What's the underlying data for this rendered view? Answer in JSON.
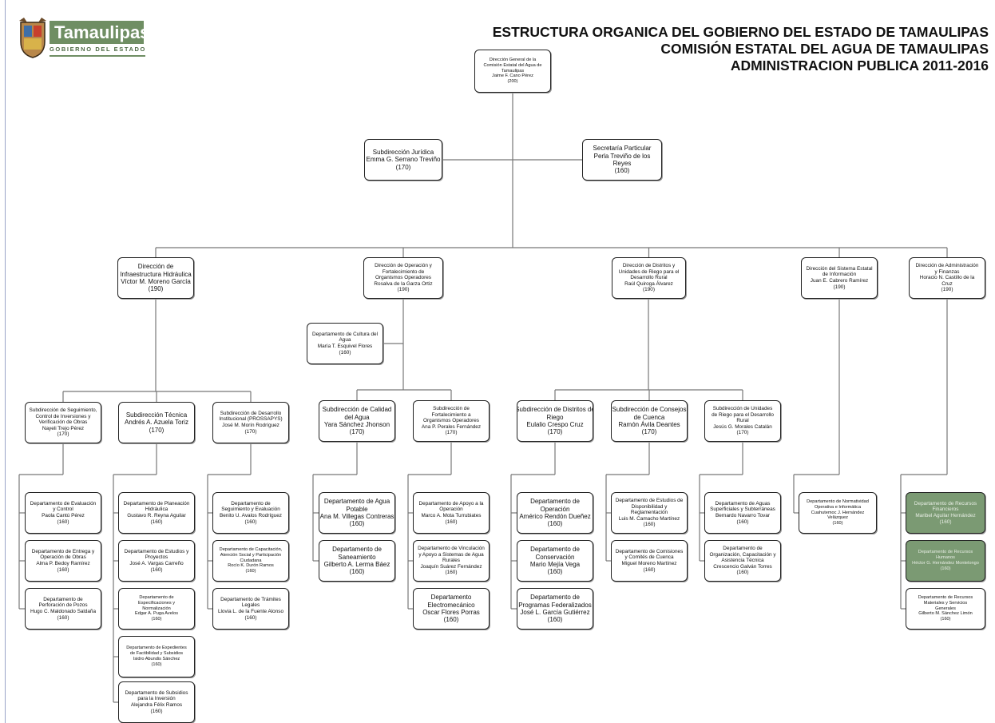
{
  "header": {
    "logo_text": "Tamaulipas",
    "logo_sub": "GOBIERNO DEL ESTADO",
    "titles": [
      "ESTRUCTURA ORGANICA DEL GOBIERNO DEL ESTADO DE TAMAULIPAS",
      "COMISIÓN ESTATAL DEL AGUA DE TAMAULIPAS",
      "ADMINISTRACION PUBLICA 2011-2016"
    ]
  },
  "colors": {
    "highlight_box": "#7b9a73",
    "logo_green": "#6f8e63"
  },
  "nodes": [
    {
      "id": "dg",
      "lines": [
        "Dirección General de la",
        "Comisión Estatal del Agua de",
        "Tamaulipas",
        "Jaime F. Cano Pérez",
        "(200)"
      ]
    },
    {
      "id": "sj",
      "lines": [
        "Subdirección Jurídica",
        "Emma G. Serrano Treviño",
        "(170)"
      ]
    },
    {
      "id": "sp",
      "lines": [
        "Secretaría Particular",
        "Perla Treviño de los",
        "Reyes",
        "(160)"
      ]
    },
    {
      "id": "d1",
      "lines": [
        "Dirección de",
        "Infraestructura Hidráulica",
        "Víctor M. Moreno García",
        "(190)"
      ]
    },
    {
      "id": "d2",
      "lines": [
        "Dirección de Operación y",
        "Fortalecimiento de",
        "Organismos Operadores",
        "Rosalva de la Garza Ortiz",
        "(190)"
      ]
    },
    {
      "id": "d3",
      "lines": [
        "Dirección de Distritos y",
        "Unidades de Riego para el",
        "Desarrollo Rural",
        "Raúl Quiroga Álvarez",
        "(190)"
      ]
    },
    {
      "id": "d4",
      "lines": [
        "Dirección del Sistema Estatal",
        "de Información",
        "Juan E. Cabrero Ramírez",
        "(190)"
      ]
    },
    {
      "id": "d5",
      "lines": [
        "Dirección de Administración",
        "y Finanzas",
        "Horacio N. Castillo de la",
        "Cruz",
        "(190)"
      ]
    },
    {
      "id": "cult",
      "lines": [
        "Departamento de Cultura del",
        "Agua",
        "María T. Esquivel Flores",
        "(160)"
      ]
    },
    {
      "id": "s11",
      "lines": [
        "Subdirección de Seguimiento,",
        "Control de Inversiones y",
        "Verificación de Obras",
        "Nayeli Trejo Pérez",
        "(170)"
      ]
    },
    {
      "id": "s12",
      "lines": [
        "Subdirección Técnica",
        "Andrés A. Azuela Toriz",
        "(170)"
      ]
    },
    {
      "id": "s13",
      "lines": [
        "Subdirección de Desarrollo",
        "Institucional (PROSSAPYS)",
        "José M. Morín Rodríguez",
        "(170)"
      ]
    },
    {
      "id": "s21",
      "lines": [
        "Subdirección de Calidad",
        "del Agua",
        "Yara Sánchez Jhonson",
        "(170)"
      ]
    },
    {
      "id": "s22",
      "lines": [
        "Subdirección de",
        "Fortalecimiento a",
        "Organismos Operadores",
        "Ana P. Perales Fernández",
        "(170)"
      ]
    },
    {
      "id": "s31",
      "lines": [
        "Subdirección de Distritos de",
        "Riego",
        "Eulalio Crespo Cruz",
        "(170)"
      ]
    },
    {
      "id": "s32",
      "lines": [
        "Subdirección de Consejos",
        "de Cuenca",
        "Ramón Ávila Deantes",
        "(170)"
      ]
    },
    {
      "id": "s33",
      "lines": [
        "Subdirección de Unidades",
        "de Riego para el Desarrollo",
        "Rural",
        "Jesús G. Morales Catalán",
        "(170)"
      ]
    },
    {
      "id": "e1",
      "lines": [
        "Departamento de Evaluación",
        "y Control",
        "Paola Cantú Pérez",
        "(160)"
      ]
    },
    {
      "id": "e2",
      "lines": [
        "Departamento de Entrega y",
        "Operación de Obras",
        "Alma P. Bedoy Ramírez",
        "(160)"
      ]
    },
    {
      "id": "e3",
      "lines": [
        "Departamento de",
        "Perforación de Pozos",
        "Hugo C. Maldonado Saldaña",
        "(160)"
      ]
    },
    {
      "id": "t1",
      "lines": [
        "Departamento de Planeación",
        "Hidráulica",
        "Gustavo R. Reyna Aguilar",
        "(160)"
      ]
    },
    {
      "id": "t2",
      "lines": [
        "Departamento de Estudios y",
        "Proyectos",
        "José A. Vargas Carreño",
        "(160)"
      ]
    },
    {
      "id": "t3",
      "lines": [
        "Departamento de",
        "Especificaciones y",
        "Normalización",
        "Edgar A. Puga Avelos",
        "(160)"
      ]
    },
    {
      "id": "t4",
      "lines": [
        "Departamento de Expedientes",
        "de Factibilidad y Subsidios",
        "Isidro Abundis Sánchez",
        "(160)"
      ]
    },
    {
      "id": "t5",
      "lines": [
        "Departamento de Subsidios",
        "para la Inversión",
        "Alejandra Félix Ramos",
        "(160)"
      ]
    },
    {
      "id": "i1",
      "lines": [
        "Departamento de",
        "Seguimiento y Evaluación",
        "Benito U. Avalos Rodríguez",
        "(160)"
      ]
    },
    {
      "id": "i2",
      "lines": [
        "Departamento de Capacitación,",
        "Atención Social y Participación",
        "Ciudadana",
        "Rocío K. Durón Ramos",
        "(160)"
      ]
    },
    {
      "id": "i3",
      "lines": [
        "Departamento de Trámites",
        "Legales",
        "Llovia L. de la Fuente Alonso",
        "(160)"
      ]
    },
    {
      "id": "c1",
      "lines": [
        "Departamento de Agua",
        "Potable",
        "Ana M. Villegas Contreras",
        "(160)"
      ]
    },
    {
      "id": "c2",
      "lines": [
        "Departamento de",
        "Saneamiento",
        "Gilberto A. Lerma Báez",
        "(160)"
      ]
    },
    {
      "id": "f1",
      "lines": [
        "Departamento de Apoyo a la",
        "Operación",
        "Marco A. Mota Turrubiates",
        "(160)"
      ]
    },
    {
      "id": "f2",
      "lines": [
        "Departamento de Vinculación",
        "y Apoyo a Sistemas de Agua",
        "Rurales",
        "Joaquín Suárez Fernández",
        "(160)"
      ]
    },
    {
      "id": "f3",
      "lines": [
        "Departamento",
        "Electromecánico",
        "Oscar Flores Porras",
        "(160)"
      ]
    },
    {
      "id": "r1",
      "lines": [
        "Departamento de",
        "Operación",
        "Américo Rendón Dueñez",
        "(160)"
      ]
    },
    {
      "id": "r2",
      "lines": [
        "Departamento de",
        "Conservación",
        "Mario Mejía Vega",
        "(160)"
      ]
    },
    {
      "id": "r3",
      "lines": [
        "Departamento de",
        "Programas Federalizados",
        "José L. García Gutiérrez",
        "(160)"
      ]
    },
    {
      "id": "k1",
      "lines": [
        "Departamento de Estudios de",
        "Disponibilidad y",
        "Reglamentación",
        "Luis M. Camacho Martínez",
        "(160)"
      ]
    },
    {
      "id": "k2",
      "lines": [
        "Departamento de Comisiones",
        "y Comités de Cuenca",
        "Miguel Moreno Martínez",
        "(160)"
      ]
    },
    {
      "id": "u1",
      "lines": [
        "Departamento de Aguas",
        "Superficiales y Subterráneas",
        "Bernardo Navarro Tovar",
        "(160)"
      ]
    },
    {
      "id": "u2",
      "lines": [
        "Departamento de",
        "Organización, Capacitación y",
        "Asistencia Técnica",
        "Crescencio Galván Torres",
        "(160)"
      ]
    },
    {
      "id": "n1",
      "lines": [
        "Departamento de Normatividad",
        "Operativa e Informática",
        "Cuahutemoc J. Hernández",
        "Velázquez",
        "(160)"
      ]
    },
    {
      "id": "a1",
      "lines": [
        "Departamento de Recursos",
        "Financieros",
        "Maribel Aguilar Hernández",
        "(160)"
      ]
    },
    {
      "id": "a2",
      "lines": [
        "Departamento de Recursos",
        "Humanos",
        "Héctor G. Hernández Montelongo",
        "(160)"
      ]
    },
    {
      "id": "a3",
      "lines": [
        "Departamento de Recursos",
        "Materiales y Servicios",
        "Generales",
        "Gilberto M. Sánchez Limón",
        "(160)"
      ]
    }
  ]
}
